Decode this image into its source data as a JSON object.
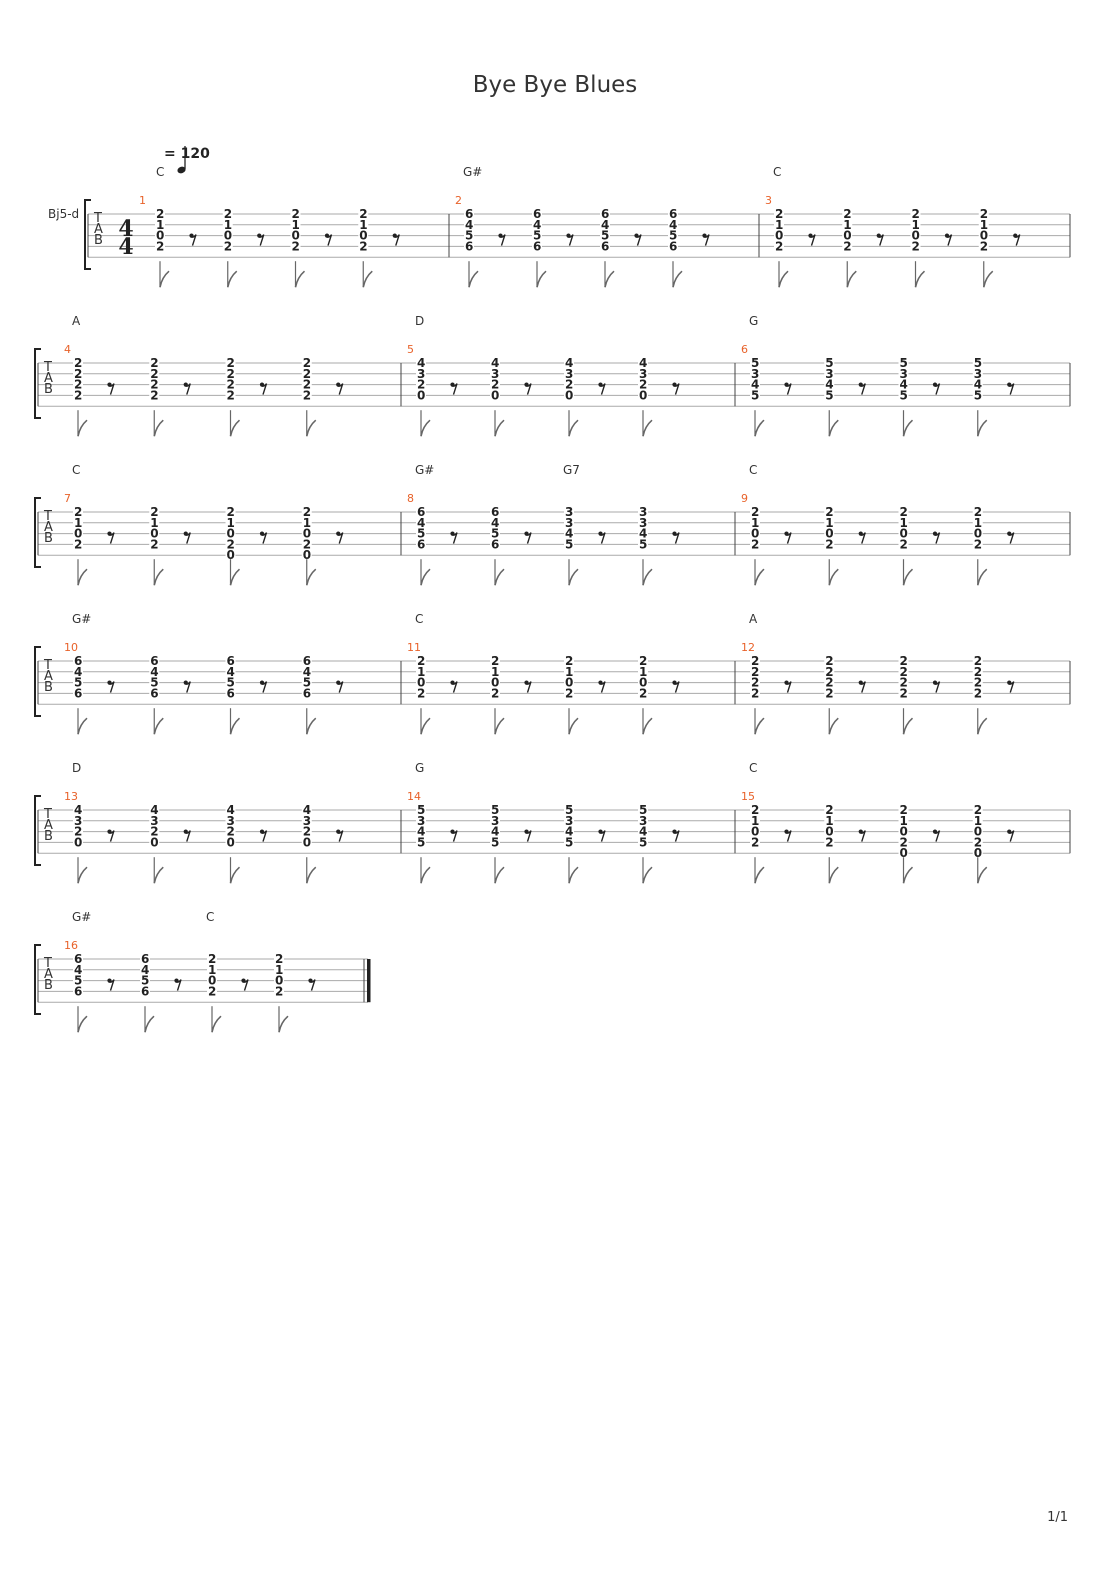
{
  "title": "Bye Bye Blues",
  "tempo": "= 120",
  "track_name": "Bj5-d",
  "time_signature": [
    "4",
    "4"
  ],
  "tab_letters": [
    "T",
    "A",
    "B"
  ],
  "page_number": "1/1",
  "rest_symbol": "eighth-rest-icon",
  "systems": [
    {
      "measures": [
        {
          "number": "1",
          "chords": [
            {
              "name": "C",
              "beat": 0
            }
          ],
          "beats": [
            [
              "2",
              "1",
              "0",
              "2"
            ],
            [
              "2",
              "1",
              "0",
              "2"
            ],
            [
              "2",
              "1",
              "0",
              "2"
            ],
            [
              "2",
              "1",
              "0",
              "2"
            ]
          ]
        },
        {
          "number": "2",
          "chords": [
            {
              "name": "G#",
              "beat": 0
            }
          ],
          "beats": [
            [
              "6",
              "4",
              "5",
              "6"
            ],
            [
              "6",
              "4",
              "5",
              "6"
            ],
            [
              "6",
              "4",
              "5",
              "6"
            ],
            [
              "6",
              "4",
              "5",
              "6"
            ]
          ]
        },
        {
          "number": "3",
          "chords": [
            {
              "name": "C",
              "beat": 0
            }
          ],
          "beats": [
            [
              "2",
              "1",
              "0",
              "2"
            ],
            [
              "2",
              "1",
              "0",
              "2"
            ],
            [
              "2",
              "1",
              "0",
              "2"
            ],
            [
              "2",
              "1",
              "0",
              "2"
            ]
          ]
        }
      ]
    },
    {
      "measures": [
        {
          "number": "4",
          "chords": [
            {
              "name": "A",
              "beat": 0
            }
          ],
          "beats": [
            [
              "2",
              "2",
              "2",
              "2"
            ],
            [
              "2",
              "2",
              "2",
              "2"
            ],
            [
              "2",
              "2",
              "2",
              "2"
            ],
            [
              "2",
              "2",
              "2",
              "2"
            ]
          ]
        },
        {
          "number": "5",
          "chords": [
            {
              "name": "D",
              "beat": 0
            }
          ],
          "beats": [
            [
              "4",
              "3",
              "2",
              "0"
            ],
            [
              "4",
              "3",
              "2",
              "0"
            ],
            [
              "4",
              "3",
              "2",
              "0"
            ],
            [
              "4",
              "3",
              "2",
              "0"
            ]
          ]
        },
        {
          "number": "6",
          "chords": [
            {
              "name": "G",
              "beat": 0
            }
          ],
          "beats": [
            [
              "5",
              "3",
              "4",
              "5"
            ],
            [
              "5",
              "3",
              "4",
              "5"
            ],
            [
              "5",
              "3",
              "4",
              "5"
            ],
            [
              "5",
              "3",
              "4",
              "5"
            ]
          ]
        }
      ]
    },
    {
      "measures": [
        {
          "number": "7",
          "chords": [
            {
              "name": "C",
              "beat": 0
            }
          ],
          "beats": [
            [
              "2",
              "1",
              "0",
              "2"
            ],
            [
              "2",
              "1",
              "0",
              "2"
            ],
            [
              "2",
              "1",
              "0",
              "2",
              "0"
            ],
            [
              "2",
              "1",
              "0",
              "2",
              "0"
            ]
          ]
        },
        {
          "number": "8",
          "chords": [
            {
              "name": "G#",
              "beat": 0
            },
            {
              "name": "G7",
              "beat": 2
            }
          ],
          "beats": [
            [
              "6",
              "4",
              "5",
              "6"
            ],
            [
              "6",
              "4",
              "5",
              "6"
            ],
            [
              "3",
              "3",
              "4",
              "5"
            ],
            [
              "3",
              "3",
              "4",
              "5"
            ]
          ]
        },
        {
          "number": "9",
          "chords": [
            {
              "name": "C",
              "beat": 0
            }
          ],
          "beats": [
            [
              "2",
              "1",
              "0",
              "2"
            ],
            [
              "2",
              "1",
              "0",
              "2"
            ],
            [
              "2",
              "1",
              "0",
              "2"
            ],
            [
              "2",
              "1",
              "0",
              "2"
            ]
          ]
        }
      ]
    },
    {
      "measures": [
        {
          "number": "10",
          "chords": [
            {
              "name": "G#",
              "beat": 0
            }
          ],
          "beats": [
            [
              "6",
              "4",
              "5",
              "6"
            ],
            [
              "6",
              "4",
              "5",
              "6"
            ],
            [
              "6",
              "4",
              "5",
              "6"
            ],
            [
              "6",
              "4",
              "5",
              "6"
            ]
          ]
        },
        {
          "number": "11",
          "chords": [
            {
              "name": "C",
              "beat": 0
            }
          ],
          "beats": [
            [
              "2",
              "1",
              "0",
              "2"
            ],
            [
              "2",
              "1",
              "0",
              "2"
            ],
            [
              "2",
              "1",
              "0",
              "2"
            ],
            [
              "2",
              "1",
              "0",
              "2"
            ]
          ]
        },
        {
          "number": "12",
          "chords": [
            {
              "name": "A",
              "beat": 0
            }
          ],
          "beats": [
            [
              "2",
              "2",
              "2",
              "2"
            ],
            [
              "2",
              "2",
              "2",
              "2"
            ],
            [
              "2",
              "2",
              "2",
              "2"
            ],
            [
              "2",
              "2",
              "2",
              "2"
            ]
          ]
        }
      ]
    },
    {
      "measures": [
        {
          "number": "13",
          "chords": [
            {
              "name": "D",
              "beat": 0
            }
          ],
          "beats": [
            [
              "4",
              "3",
              "2",
              "0"
            ],
            [
              "4",
              "3",
              "2",
              "0"
            ],
            [
              "4",
              "3",
              "2",
              "0"
            ],
            [
              "4",
              "3",
              "2",
              "0"
            ]
          ]
        },
        {
          "number": "14",
          "chords": [
            {
              "name": "G",
              "beat": 0
            }
          ],
          "beats": [
            [
              "5",
              "3",
              "4",
              "5"
            ],
            [
              "5",
              "3",
              "4",
              "5"
            ],
            [
              "5",
              "3",
              "4",
              "5"
            ],
            [
              "5",
              "3",
              "4",
              "5"
            ]
          ]
        },
        {
          "number": "15",
          "chords": [
            {
              "name": "C",
              "beat": 0
            }
          ],
          "beats": [
            [
              "2",
              "1",
              "0",
              "2"
            ],
            [
              "2",
              "1",
              "0",
              "2"
            ],
            [
              "2",
              "1",
              "0",
              "2",
              "0"
            ],
            [
              "2",
              "1",
              "0",
              "2",
              "0"
            ]
          ]
        }
      ]
    },
    {
      "measures": [
        {
          "number": "16",
          "chords": [
            {
              "name": "G#",
              "beat": 0
            },
            {
              "name": "C",
              "beat": 2
            }
          ],
          "beats": [
            [
              "6",
              "4",
              "5",
              "6"
            ],
            [
              "6",
              "4",
              "5",
              "6"
            ],
            [
              "2",
              "1",
              "0",
              "2"
            ],
            [
              "2",
              "1",
              "0",
              "2"
            ]
          ],
          "final": true
        }
      ]
    }
  ]
}
